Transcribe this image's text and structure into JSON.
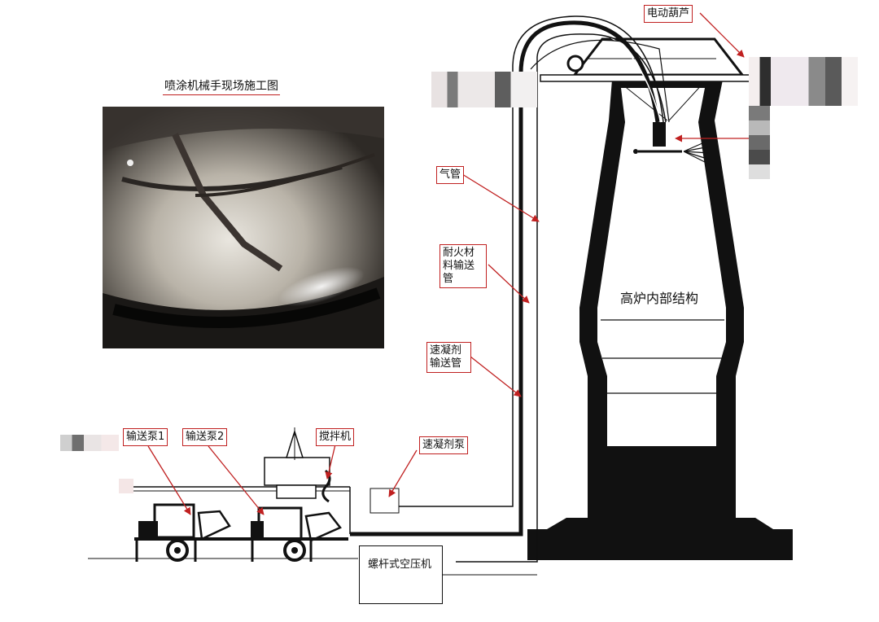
{
  "photo": {
    "title": "喷涂机械手现场施工图"
  },
  "furnace": {
    "title": "高炉内部结构"
  },
  "labels": {
    "hoist": "电动葫芦",
    "air_pipe": "气管",
    "refractory_pipe": "耐火材料输送管",
    "accelerator_pipe": "速凝剂输送管",
    "accelerator_pump": "速凝剂泵",
    "pump1": "输送泵1",
    "pump2": "输送泵2",
    "mixer": "搅拌机",
    "compressor": "螺杆式空压机"
  },
  "colors": {
    "accent": "#c02020",
    "structure": "#111111"
  }
}
